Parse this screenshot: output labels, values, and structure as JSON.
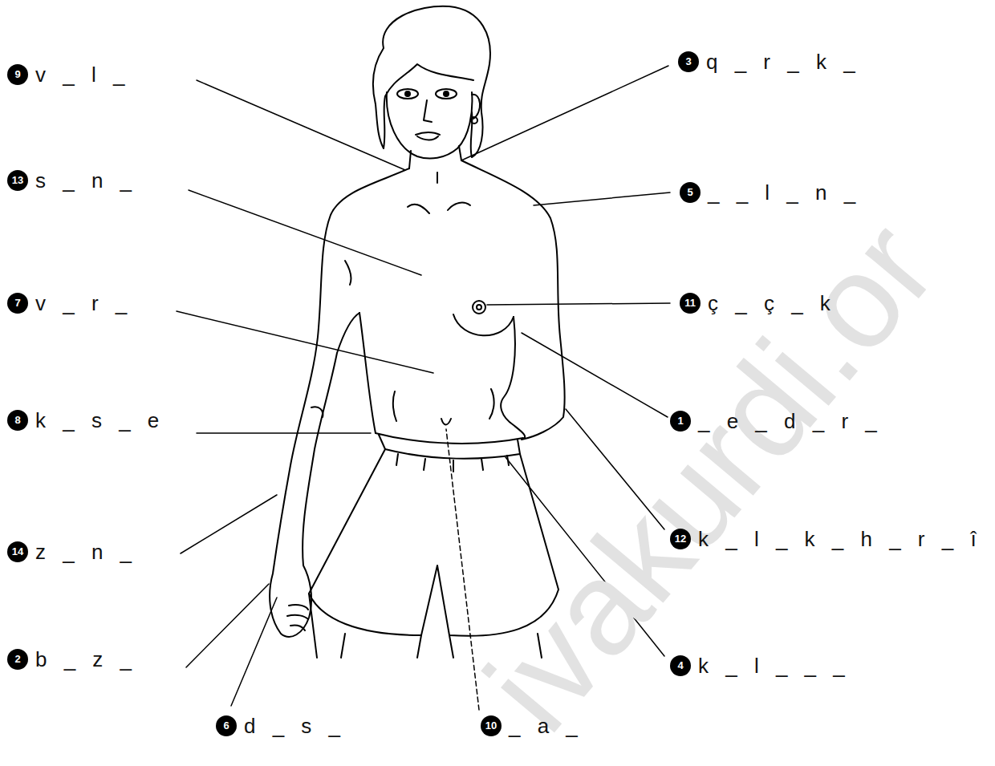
{
  "diagram": {
    "labels": [
      "9",
      "v _ l _",
      "3",
      "q _ r _ k _",
      "13",
      "s _ n _",
      "5",
      "_ _ l _ n _",
      "7",
      "v _ r _",
      "11",
      "ç _ ç _ k",
      "8",
      "k _ s _ e",
      "1",
      "_ e _ d _ r _",
      "14",
      "z _ n _",
      "12",
      "k _ l _ k _ h _ r _ î",
      "2",
      "b _ z _",
      "4",
      "k _ l _ _ _",
      "6",
      "d _ s _",
      "10",
      "_ a _",
      "ivakurdi.or"
    ]
  }
}
